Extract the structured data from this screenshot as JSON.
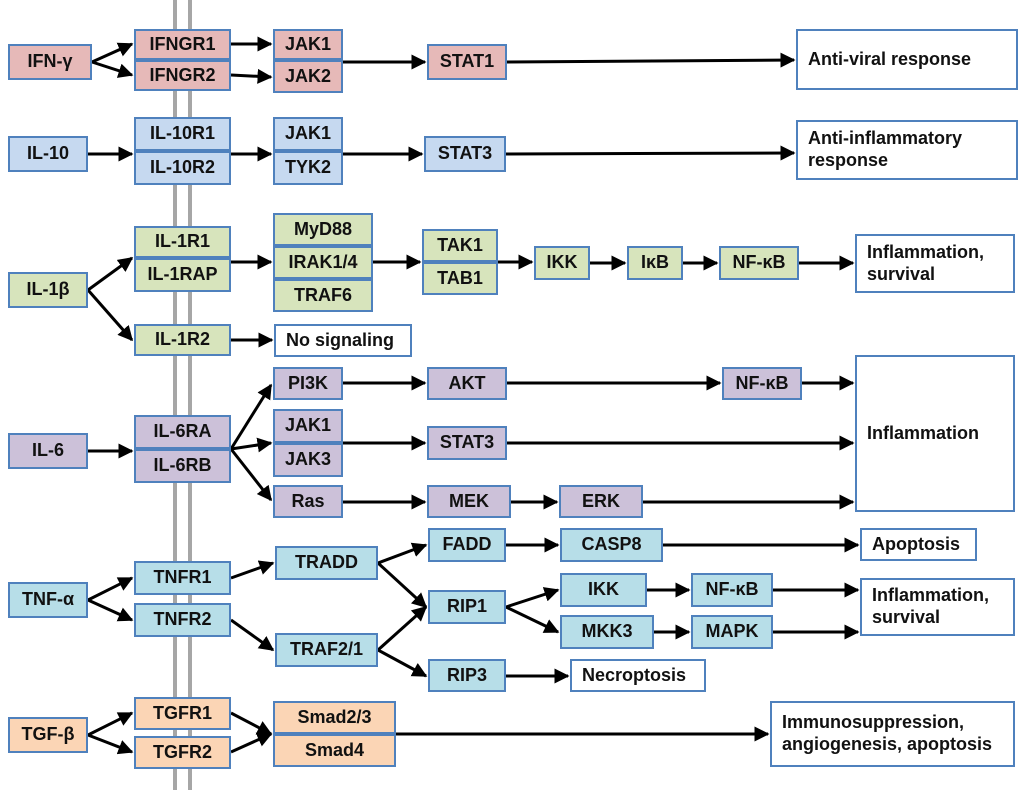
{
  "colors": {
    "ifn": "#e6b9b8",
    "il10": "#c6d9f0",
    "il1": "#d7e4bc",
    "il6": "#ccc1d9",
    "tnf": "#b7dee8",
    "tgf": "#fbd5b5",
    "border": "#4f81bd",
    "membrane": "#a6a6a6",
    "arrow": "#000000"
  },
  "nodes": {
    "ifn_g": "IFN-γ",
    "ifngr1": "IFNGR1",
    "ifngr2": "IFNGR2",
    "ifn_jak1": "JAK1",
    "ifn_jak2": "JAK2",
    "stat1": "STAT1",
    "out_antiviral": "Anti-viral response",
    "il10": "IL-10",
    "il10r1": "IL-10R1",
    "il10r2": "IL-10R2",
    "il10_jak1": "JAK1",
    "tyk2": "TYK2",
    "il10_stat3": "STAT3",
    "out_antiinflam": "Anti-inflammatory response",
    "il1b": "IL-1β",
    "il1r1": "IL-1R1",
    "il1rap": "IL-1RAP",
    "il1r2": "IL-1R2",
    "myd88": "MyD88",
    "irak": "IRAK1/4",
    "traf6": "TRAF6",
    "tak1": "TAK1",
    "tab1": "TAB1",
    "il1_ikk": "IKK",
    "ikb": "IκB",
    "il1_nfkb": "NF-κB",
    "out_inflam_surv1": "Inflammation, survival",
    "out_nosignal": "No signaling",
    "il6": "IL-6",
    "il6ra": "IL-6RA",
    "il6rb": "IL-6RB",
    "pi3k": "PI3K",
    "akt": "AKT",
    "il6_nfkb": "NF-κB",
    "il6_jak1": "JAK1",
    "jak3": "JAK3",
    "il6_stat3": "STAT3",
    "ras": "Ras",
    "mek": "MEK",
    "erk": "ERK",
    "out_inflammation": "Inflammation",
    "tnfa": "TNF-α",
    "tnfr1": "TNFR1",
    "tnfr2": "TNFR2",
    "tradd": "TRADD",
    "traf21": "TRAF2/1",
    "fadd": "FADD",
    "casp8": "CASP8",
    "out_apoptosis": "Apoptosis",
    "rip1": "RIP1",
    "tnf_ikk": "IKK",
    "tnf_nfkb": "NF-κB",
    "mkk3": "MKK3",
    "mapk": "MAPK",
    "out_inflam_surv2": "Inflammation, survival",
    "rip3": "RIP3",
    "out_necroptosis": "Necroptosis",
    "tgfb": "TGF-β",
    "tgfr1": "TGFR1",
    "tgfr2": "TGFR2",
    "smad23": "Smad2/3",
    "smad4": "Smad4",
    "out_immuno": "Immunosuppression, angiogenesis, apoptosis"
  }
}
